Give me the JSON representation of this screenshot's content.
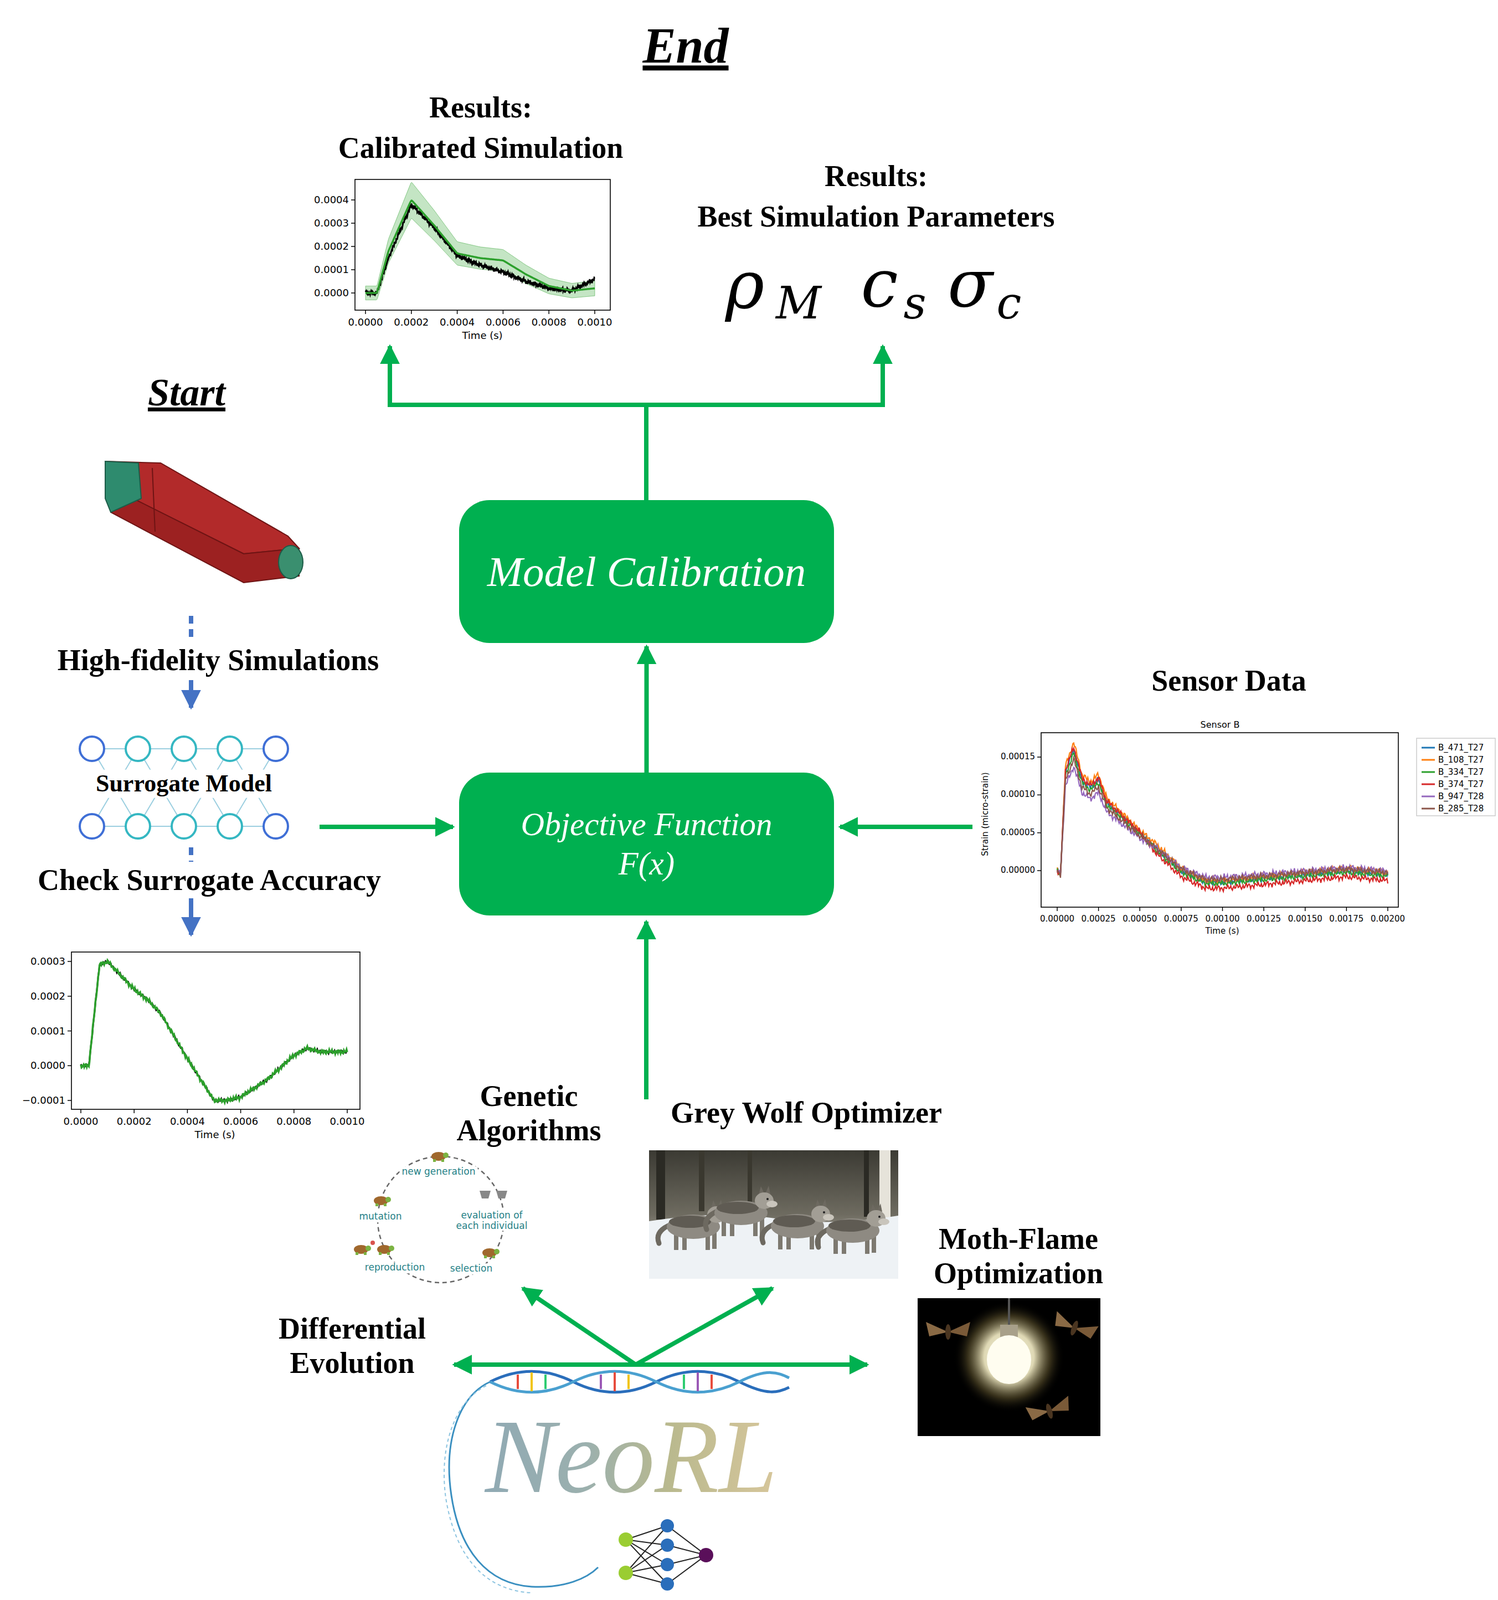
{
  "diagram": {
    "nodes": [
      {
        "text": [
          "Model Calibration"
        ]
      },
      {
        "text": [
          "Objective Function",
          "F(x)"
        ]
      }
    ],
    "edges": [
      {
        "from": 1,
        "to": 0,
        "arrow": "to"
      }
    ],
    "labels": [
      "End",
      "Results:",
      "Calibrated Simulation",
      "Results:",
      "Best Simulation Parameters",
      "ρ",
      "M",
      "c",
      "s",
      "σ",
      "c",
      "Start",
      "High-fidelity Simulations",
      "Surrogate Model",
      "Check Surrogate Accuracy",
      "Sensor Data",
      "Genetic Algorithms",
      "Grey Wolf Optimizer",
      "Moth-Flame Optimization",
      "Differential Evolution",
      "NeoRL",
      "new generation",
      "evaluation of each individual",
      "selection",
      "reproduction",
      "mutation",
      "0.0004",
      "0.0003",
      "0.0002",
      "0.0001",
      "0.0000",
      "0.0000",
      "0.0002",
      "0.0004",
      "0.0006",
      "0.0008",
      "0.0010",
      "Time (s)",
      "0.0003",
      "0.0002",
      "0.0001",
      "0.0000",
      "−0.0001",
      "0.0000",
      "0.0002",
      "0.0004",
      "0.0006",
      "0.0008",
      "0.0010",
      "Time (s)",
      "Sensor B",
      "0.00015",
      "0.00010",
      "0.00005",
      "0.00000",
      "Strain (micro-strain)",
      "0.00000",
      "0.00025",
      "0.00050",
      "0.00075",
      "0.00100",
      "0.00125",
      "0.00150",
      "0.00175",
      "0.00200",
      "Time (s)"
    ],
    "legend": [
      {
        "text": "B_471_T27"
      },
      {
        "text": "B_108_T27"
      },
      {
        "text": "B_334_T27"
      },
      {
        "text": "B_374_T27"
      },
      {
        "text": "B_947_T28"
      },
      {
        "text": "B_285_T28"
      }
    ]
  }
}
